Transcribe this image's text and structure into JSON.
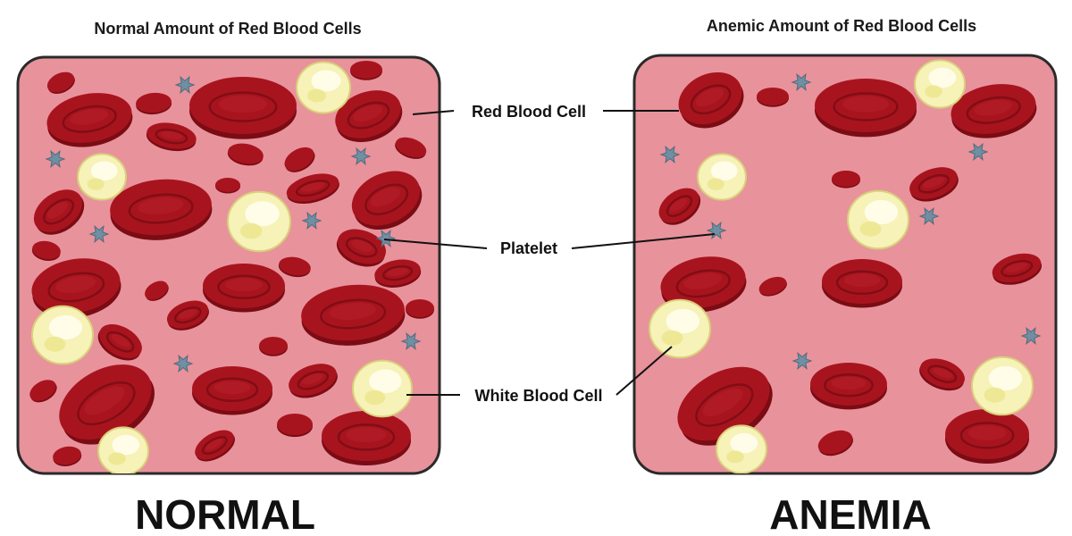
{
  "left_panel": {
    "title": "Normal Amount of Red Blood Cells",
    "caption": "NORMAL"
  },
  "right_panel": {
    "title": "Anemic Amount of Red Blood Cells",
    "caption": "ANEMIA"
  },
  "labels": {
    "red_blood_cell": "Red Blood Cell",
    "platelet": "Platelet",
    "white_blood_cell": "White Blood Cell"
  },
  "colors": {
    "plasma": "#e8929c",
    "border": "#2a2a2a",
    "rbc": "#a8141e",
    "rbc_dark": "#7a0c14",
    "wbc": "#f6f2b8",
    "platelet": "#6f8fa3"
  },
  "icons": {
    "red_blood_cell": "biconcave-disc",
    "white_blood_cell": "pale-yellow-blob",
    "platelet": "grey-blue-star"
  }
}
